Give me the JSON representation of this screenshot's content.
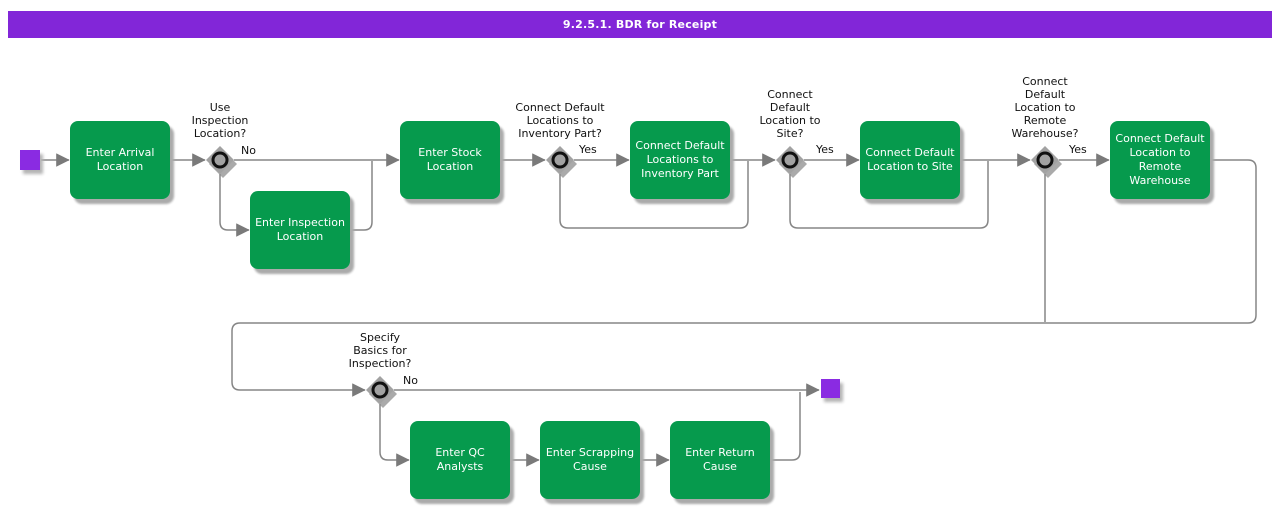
{
  "title_bar": {
    "text": "9.2.5.1. BDR for Receipt"
  },
  "colors": {
    "title_bar": "#8226d8",
    "activity_green": "#069a4d",
    "flow_object_purple": "#8a2be2",
    "connector_gray": "#858585",
    "gateway_gray": "#a2a2a2"
  },
  "activities": [
    {
      "id": "enter-arrival-location",
      "label": "Enter Arrival\nLocation"
    },
    {
      "id": "enter-inspection-location",
      "label": "Enter Inspection\nLocation"
    },
    {
      "id": "enter-stock-location",
      "label": "Enter Stock\nLocation"
    },
    {
      "id": "connect-default-locations-to-inventory-part",
      "label": "Connect Default\nLocations to\nInventory Part"
    },
    {
      "id": "connect-default-location-to-site",
      "label": "Connect Default\nLocation to Site"
    },
    {
      "id": "connect-default-location-to-remote-warehouse",
      "label": "Connect Default\nLocation to\nRemote\nWarehouse"
    },
    {
      "id": "enter-qc-analysts",
      "label": "Enter QC\nAnalysts"
    },
    {
      "id": "enter-scrapping-cause",
      "label": "Enter Scrapping\nCause"
    },
    {
      "id": "enter-return-cause",
      "label": "Enter Return\nCause"
    }
  ],
  "decisions": [
    {
      "id": "use-inspection-location",
      "question": "Use\nInspection\nLocation?",
      "branch_label": "No"
    },
    {
      "id": "connect-default-locations-to-inventory-part",
      "question": "Connect Default\nLocations to\nInventory Part?",
      "branch_label": "Yes"
    },
    {
      "id": "connect-default-location-to-site",
      "question": "Connect\nDefault\nLocation to\nSite?",
      "branch_label": "Yes"
    },
    {
      "id": "connect-default-location-to-remote-warehouse",
      "question": "Connect\nDefault\nLocation to\nRemote\nWarehouse?",
      "branch_label": "Yes"
    },
    {
      "id": "specify-basics-for-inspection",
      "question": "Specify\nBasics for\nInspection?",
      "branch_label": "No"
    }
  ]
}
